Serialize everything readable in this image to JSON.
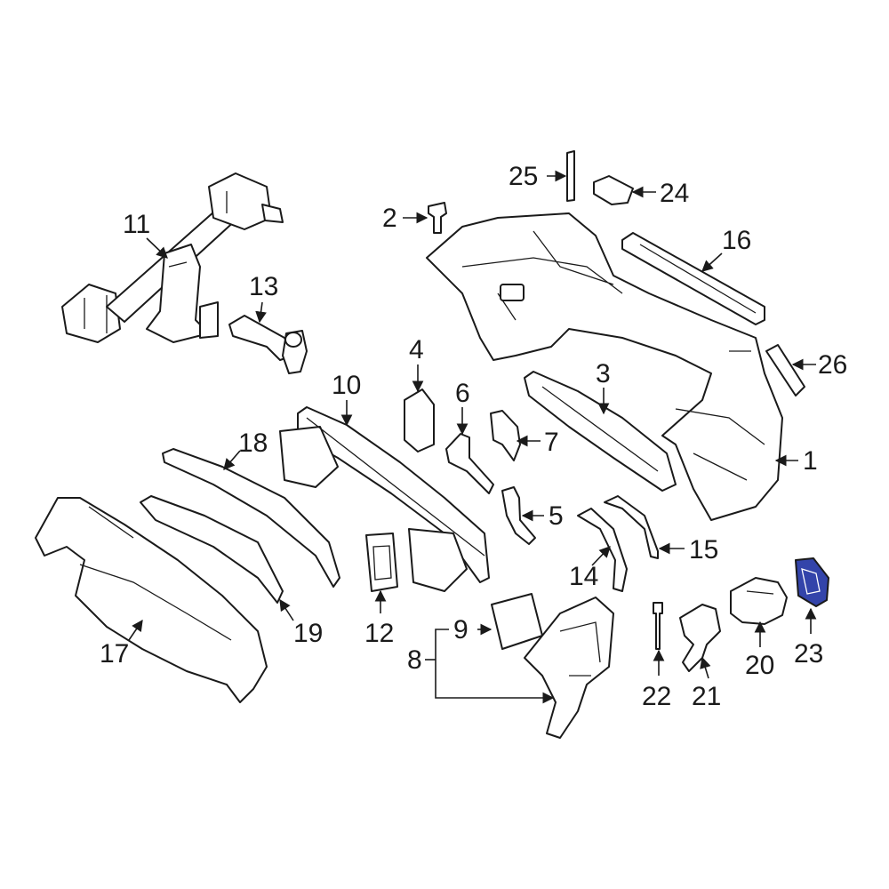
{
  "diagram": {
    "highlight_color": "#3344aa",
    "callouts": {
      "c1": "1",
      "c2": "2",
      "c3": "3",
      "c4": "4",
      "c5": "5",
      "c6": "6",
      "c7": "7",
      "c8": "8",
      "c9": "9",
      "c10": "10",
      "c11": "11",
      "c12": "12",
      "c13": "13",
      "c14": "14",
      "c15": "15",
      "c16": "16",
      "c17": "17",
      "c18": "18",
      "c19": "19",
      "c20": "20",
      "c21": "21",
      "c22": "22",
      "c23": "23",
      "c24": "24",
      "c25": "25",
      "c26": "26"
    }
  }
}
